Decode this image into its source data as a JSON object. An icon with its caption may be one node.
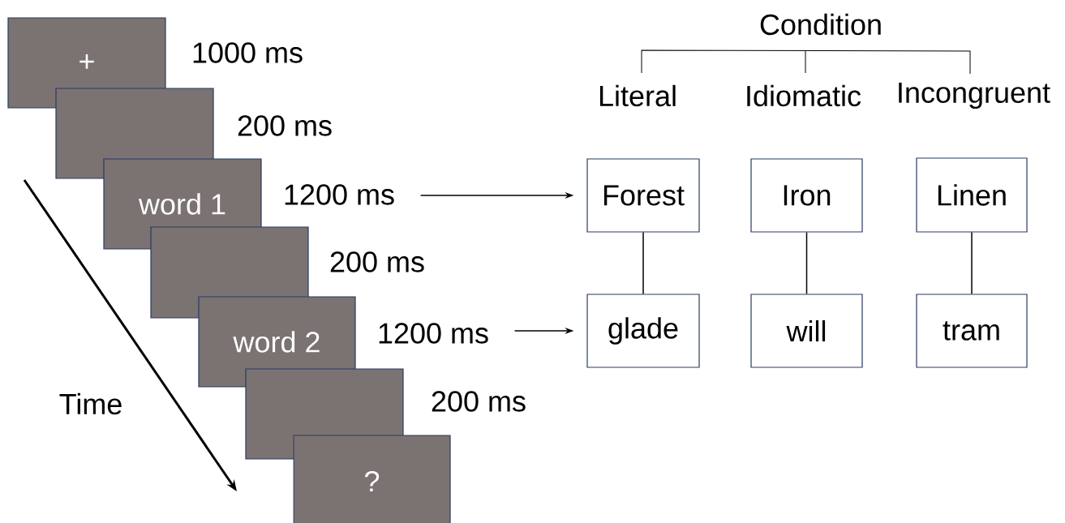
{
  "diagram": {
    "nodes": [
      {
        "text": [
          "+"
        ],
        "beside": [
          "1000 ms"
        ]
      },
      {
        "text": [],
        "shape": "box",
        "beside": [
          "200 ms"
        ]
      },
      {
        "text": [
          "word 1"
        ],
        "beside": [
          "1200 ms"
        ]
      },
      {
        "text": [],
        "shape": "box",
        "beside": [
          "200 ms"
        ]
      },
      {
        "text": [
          "word 2"
        ],
        "beside": [
          "1200 ms"
        ]
      },
      {
        "text": [],
        "shape": "box",
        "beside": [
          "200 ms"
        ]
      },
      {
        "text": [
          "?"
        ]
      },
      {
        "text": [
          "Forest"
        ]
      },
      {
        "text": [
          "Iron"
        ]
      },
      {
        "text": [
          "Linen"
        ]
      },
      {
        "text": [
          "glade"
        ]
      },
      {
        "text": [
          "will"
        ]
      },
      {
        "text": [
          "tram"
        ]
      }
    ],
    "edges": [
      {
        "from": 2,
        "to": 7,
        "arrow": "to"
      },
      {
        "from": 4,
        "to": 10,
        "arrow": "to"
      },
      {
        "from": 7,
        "to": 10,
        "arrow": "none"
      },
      {
        "from": 8,
        "to": 11,
        "arrow": "none"
      },
      {
        "from": 9,
        "to": 12,
        "arrow": "none"
      }
    ],
    "labels": [
      "Condition",
      "Literal",
      "Idiomatic",
      "Incongruent",
      "Time"
    ]
  }
}
